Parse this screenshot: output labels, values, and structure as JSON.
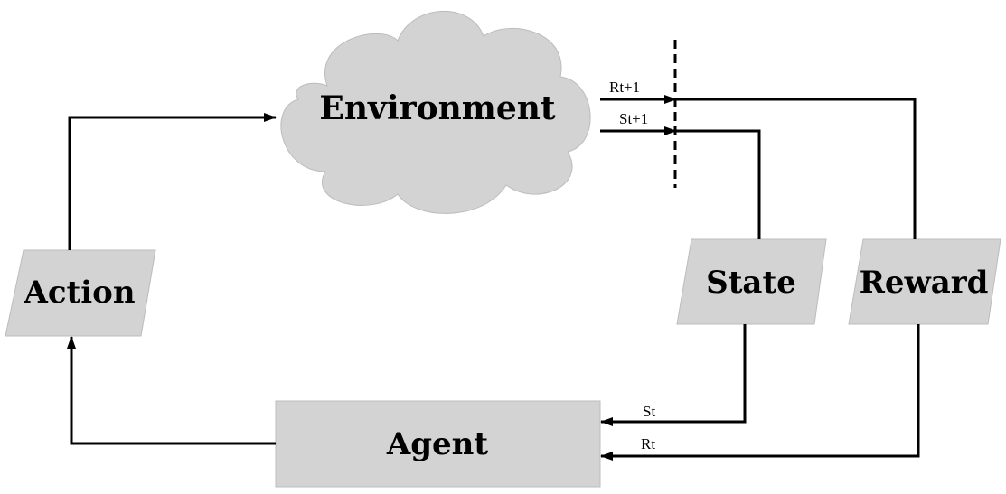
{
  "nodes": {
    "environment": "Environment",
    "action": "Action",
    "state": "State",
    "reward": "Reward",
    "agent": "Agent"
  },
  "edges": {
    "next_reward": "Rt+1",
    "next_state": "St+1",
    "current_state": "St",
    "current_reward": "Rt"
  },
  "colors": {
    "shape_fill": "#d3d3d3",
    "line": "#000000"
  }
}
